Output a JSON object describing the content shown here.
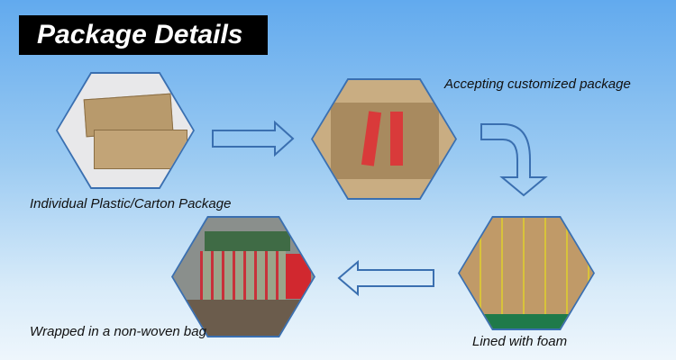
{
  "title": "Package Details",
  "steps": [
    {
      "caption": "Individual Plastic/Carton Package"
    },
    {
      "caption": "Accepting customized package"
    },
    {
      "caption": "Lined with foam"
    },
    {
      "caption": "Wrapped in a non-woven bag"
    }
  ],
  "colors": {
    "arrow": "#3a6fb0",
    "title_bg": "#000000"
  }
}
